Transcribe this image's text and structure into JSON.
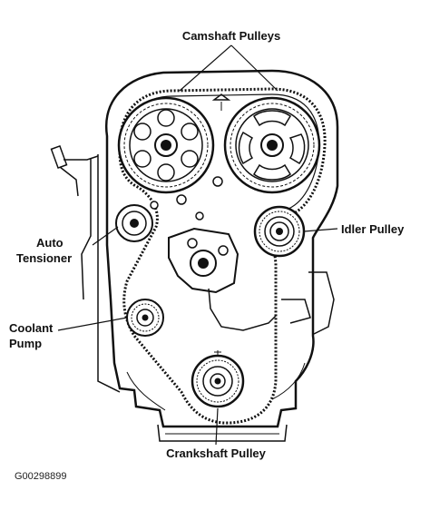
{
  "labels": {
    "camshaft_pulleys": "Camshaft Pulleys",
    "idler_pulley": "Idler Pulley",
    "auto_tensioner_line1": "Auto",
    "auto_tensioner_line2": "Tensioner",
    "coolant_pump_line1": "Coolant",
    "coolant_pump_line2": "Pump",
    "crankshaft_pulley": "Crankshaft Pulley"
  },
  "figure_id": "G00298899"
}
